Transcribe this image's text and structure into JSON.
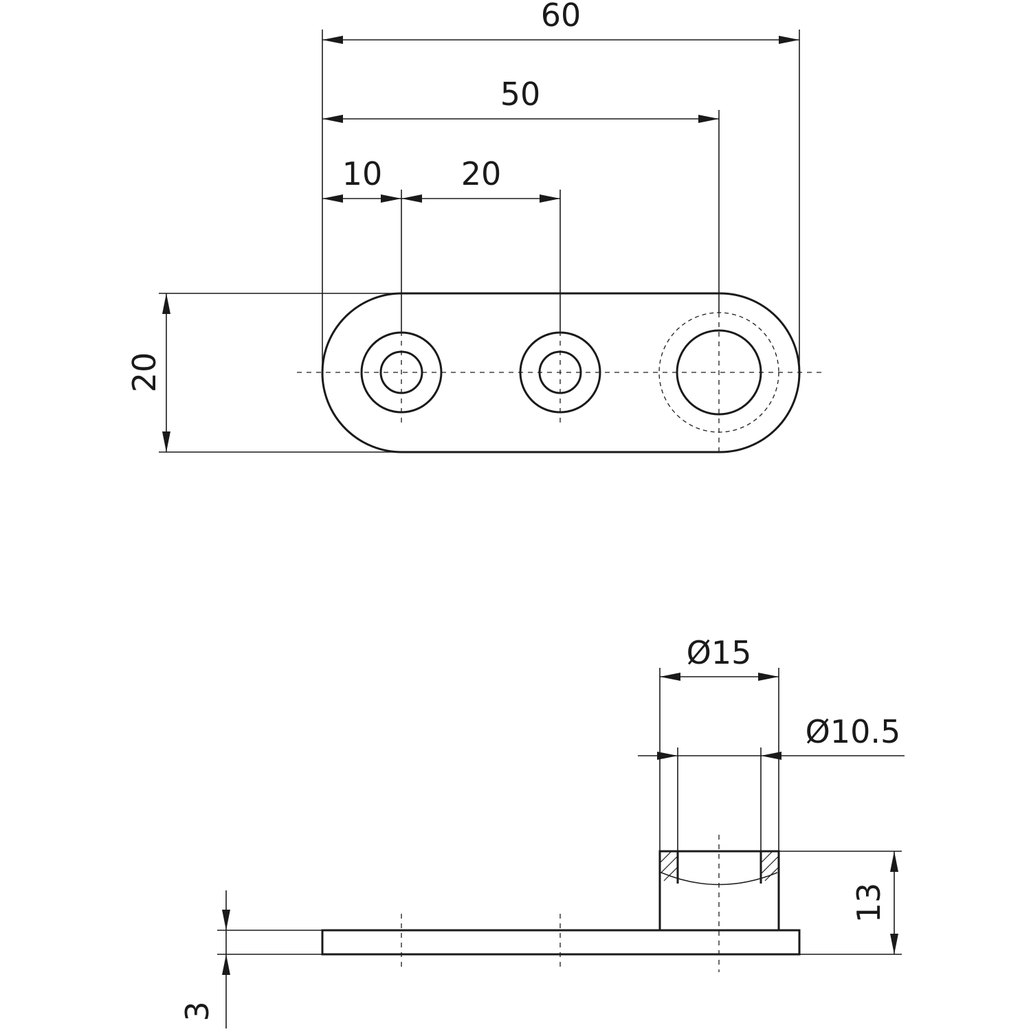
{
  "drawing": {
    "top_view": {
      "dim_overall_length": "60",
      "dim_third_hole": "50",
      "dim_first_hole": "10",
      "dim_hole_spacing": "20",
      "dim_width": "20"
    },
    "side_view": {
      "dim_outer_diameter": "Ø15",
      "dim_inner_diameter": "Ø10.5",
      "dim_height": "13",
      "dim_thickness": "3"
    }
  }
}
